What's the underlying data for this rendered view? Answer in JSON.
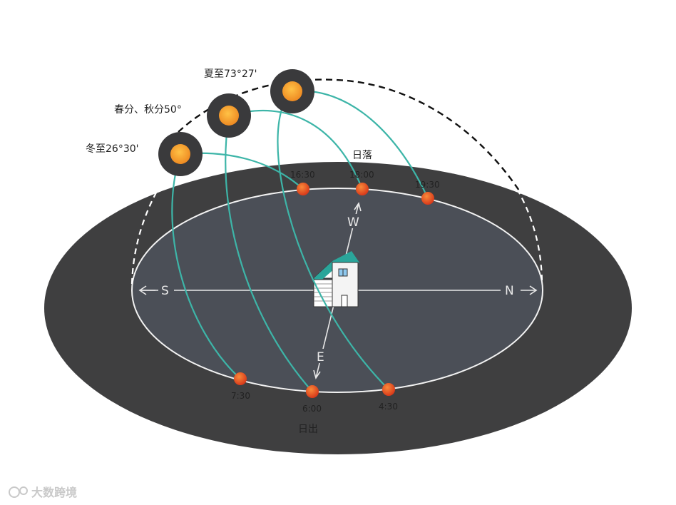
{
  "suns": [
    {
      "id": "summer",
      "label": "夏至73°27'"
    },
    {
      "id": "equinox",
      "label": "春分、秋分50°"
    },
    {
      "id": "winter",
      "label": "冬至26°30'"
    }
  ],
  "sunset": {
    "event": "日落",
    "times": [
      "16:30",
      "18:00",
      "19:30"
    ]
  },
  "sunrise": {
    "event": "日出",
    "times": [
      "7:30",
      "6:00",
      "4:30"
    ]
  },
  "directions": {
    "south": "S",
    "north": "N",
    "west": "W",
    "east": "E"
  },
  "watermark": {
    "text": "大数跨境"
  },
  "colors": {
    "outer_disc": "#3f3f40",
    "ground": "#4b4f57",
    "path": "#3db5a8",
    "sun_core": "#f3a535",
    "sun_halo": "#3a3a3c",
    "point": "#e0451c",
    "roof": "#2aa59a"
  },
  "icons": [
    "sun-icon",
    "house-icon",
    "arrow-icon"
  ]
}
